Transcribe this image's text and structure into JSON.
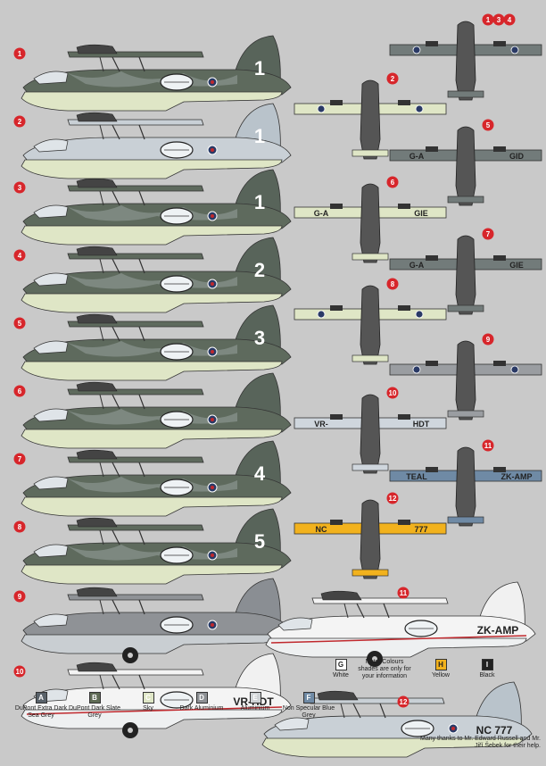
{
  "colors": {
    "extra_dark_sea_grey": "#59626a",
    "dark_slate_grey": "#5f6b55",
    "sky": "#dfe6c6",
    "dark_aluminium": "#8d9094",
    "aluminium": "#cfd3d6",
    "blue_grey": "#6f8aa5",
    "marker": "#d7262b",
    "yellow": "#f2b21d"
  },
  "profiles": [
    {
      "num": "1",
      "scheme": "camo",
      "fin": "1"
    },
    {
      "num": "2",
      "scheme": "aluminium",
      "fin": "1"
    },
    {
      "num": "3",
      "scheme": "camo",
      "fin": "1"
    },
    {
      "num": "4",
      "scheme": "camo",
      "fin": "2"
    },
    {
      "num": "5",
      "scheme": "camo",
      "fin": "3"
    },
    {
      "num": "6",
      "scheme": "camo",
      "fin": ""
    },
    {
      "num": "7",
      "scheme": "camo",
      "fin": "4"
    },
    {
      "num": "8",
      "scheme": "camo",
      "fin": "5"
    },
    {
      "num": "9",
      "scheme": "grey",
      "fin": ""
    },
    {
      "num": "10",
      "scheme": "white",
      "fin": "",
      "reg": "VR-HDT"
    }
  ],
  "profile_11": {
    "num": "11",
    "reg": "ZK-AMP",
    "scheme": "white"
  },
  "profile_12": {
    "num": "12",
    "reg": "NC 777",
    "scheme": "aluminium"
  },
  "plan_views": [
    {
      "nums": [
        "1",
        "3",
        "4"
      ],
      "type": "upper",
      "reg": ""
    },
    {
      "nums": [
        "2"
      ],
      "type": "lower",
      "reg": ""
    },
    {
      "nums": [
        "5"
      ],
      "type": "upper",
      "reg": "G-A GID"
    },
    {
      "nums": [
        "6"
      ],
      "type": "lower",
      "reg": "G-A GIE"
    },
    {
      "nums": [
        "7"
      ],
      "type": "upper",
      "reg": "G-A GIE"
    },
    {
      "nums": [
        "8"
      ],
      "type": "lower",
      "reg": ""
    },
    {
      "nums": [
        "9"
      ],
      "type": "upper",
      "reg": ""
    },
    {
      "nums": [
        "10"
      ],
      "type": "lower",
      "reg": "VR- HDT"
    },
    {
      "nums": [
        "11"
      ],
      "type": "upper",
      "reg": "TEAL ZK-AMP"
    },
    {
      "nums": [
        "12"
      ],
      "type": "lower",
      "reg": "NC 777"
    }
  ],
  "legend": [
    {
      "letter": "A",
      "label": "DuPont Extra Dark Sea Grey",
      "color": "#59626a"
    },
    {
      "letter": "B",
      "label": "DuPont Dark Slate Grey",
      "color": "#5f6b55"
    },
    {
      "letter": "C",
      "label": "Sky",
      "color": "#dfe6c6"
    },
    {
      "letter": "D",
      "label": "Dark Aluminium",
      "color": "#8d9094"
    },
    {
      "letter": "E",
      "label": "Aluminium",
      "color": "#cfd3d6"
    },
    {
      "letter": "F",
      "label": "Non Specular Blue Grey",
      "color": "#6f8aa5"
    }
  ],
  "keys": [
    {
      "letter": "G",
      "label": "White",
      "color": "#ffffff"
    },
    {
      "letter": "H",
      "label": "Yellow",
      "color": "#f2b21d"
    },
    {
      "letter": "I",
      "label": "Black",
      "color": "#222222"
    }
  ],
  "note": "Note: Colours shades are only for your information",
  "thanks": "Many thanks to Mr. Edward Russell and Mr. Jiří Šebek for their help."
}
